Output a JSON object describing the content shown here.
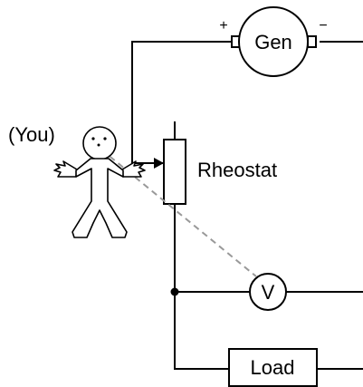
{
  "labels": {
    "generator": "Gen",
    "plus": "+",
    "minus": "−",
    "person": "(You)",
    "rheostat": "Rheostat",
    "voltmeter": "V",
    "load": "Load"
  },
  "colors": {
    "line": "#000000",
    "dashed_probe": "#999999",
    "background": "#ffffff"
  }
}
